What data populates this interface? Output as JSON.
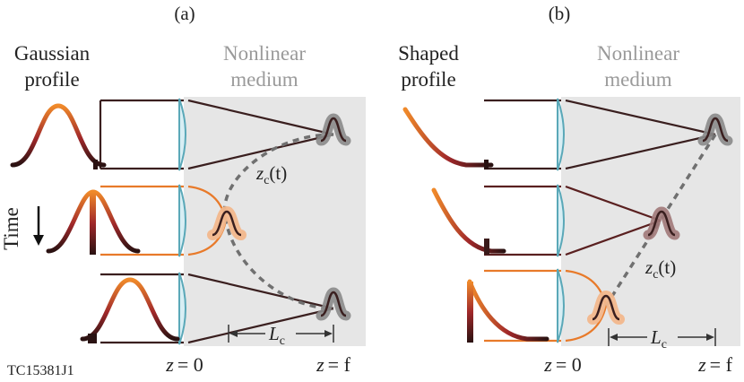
{
  "panels": [
    {
      "tag": "(a)",
      "profile_line1": "Gaussian",
      "profile_line2": "profile",
      "medium_line1": "Nonlinear",
      "medium_line2": "medium",
      "focus_curve_label_var": "z",
      "focus_curve_label_sub": "c",
      "focus_curve_label_arg": "(t)",
      "length_label_var": "L",
      "length_label_sub": "c",
      "z_start_var": "z",
      "z_start_value": "= 0",
      "z_end_var": "z",
      "z_end_value": "= f"
    },
    {
      "tag": "(b)",
      "profile_line1": "Shaped",
      "profile_line2": "profile",
      "medium_line1": "Nonlinear",
      "medium_line2": "medium",
      "focus_curve_label_var": "z",
      "focus_curve_label_sub": "c",
      "focus_curve_label_arg": "(t)",
      "length_label_var": "L",
      "length_label_sub": "c",
      "z_start_var": "z",
      "z_start_value": "= 0",
      "z_end_var": "z",
      "z_end_value": "= f"
    }
  ],
  "time_label": "Time",
  "figure_id": "TC15381J1",
  "colors": {
    "medium_bg": "#e6e6e6",
    "ray_dark": "#3a1f1f",
    "ray_orange": "#e87a2a",
    "lens_fill": "#d8eef4",
    "lens_stroke": "#5aa8b8",
    "dashed_curve": "#707070",
    "halo_dark": "#8a8a8a",
    "halo_orange": "#f2b78c",
    "text_grey": "#9a9a9a"
  }
}
